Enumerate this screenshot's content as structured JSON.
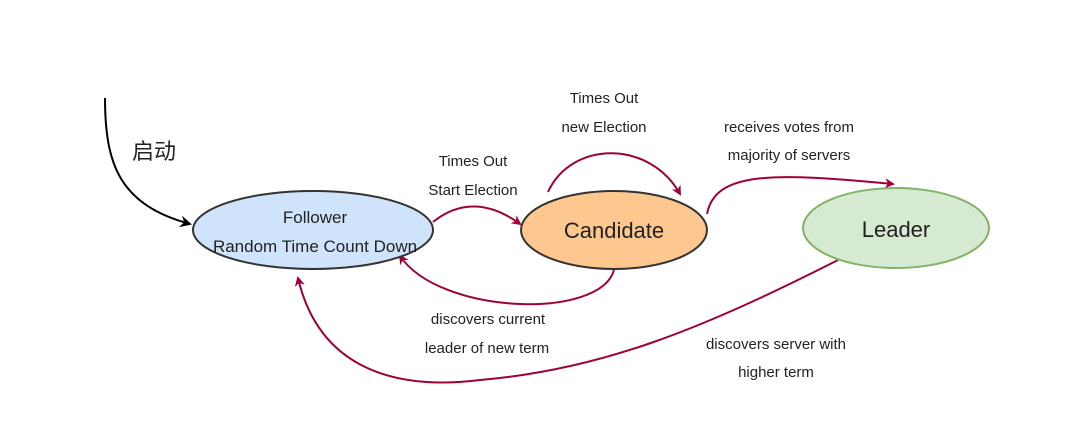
{
  "colors": {
    "follower_fill": "#cfe4fb",
    "candidate_fill": "#fdc88f",
    "leader_fill": "#d6e9d2",
    "leader_stroke": "#82b366",
    "node_stroke": "#333333",
    "transition_arrow": "#a0003a",
    "start_arrow": "#000000"
  },
  "start": {
    "label": "启动"
  },
  "nodes": {
    "follower": {
      "title": "Follower",
      "subtitle": "Random Time Count Down"
    },
    "candidate": {
      "title": "Candidate"
    },
    "leader": {
      "title": "Leader"
    }
  },
  "edges": {
    "follower_to_candidate": {
      "line1": "Times  Out",
      "line2": "Start  Election"
    },
    "candidate_self": {
      "line1": "Times  Out",
      "line2": "new  Election"
    },
    "candidate_to_leader": {
      "line1": "receives votes from",
      "line2": "majority  of servers"
    },
    "candidate_to_follower": {
      "line1": "discovers current",
      "line2": "leader  of   new term"
    },
    "leader_to_follower": {
      "line1": "discovers  server  with",
      "line2": "higher  term"
    }
  }
}
